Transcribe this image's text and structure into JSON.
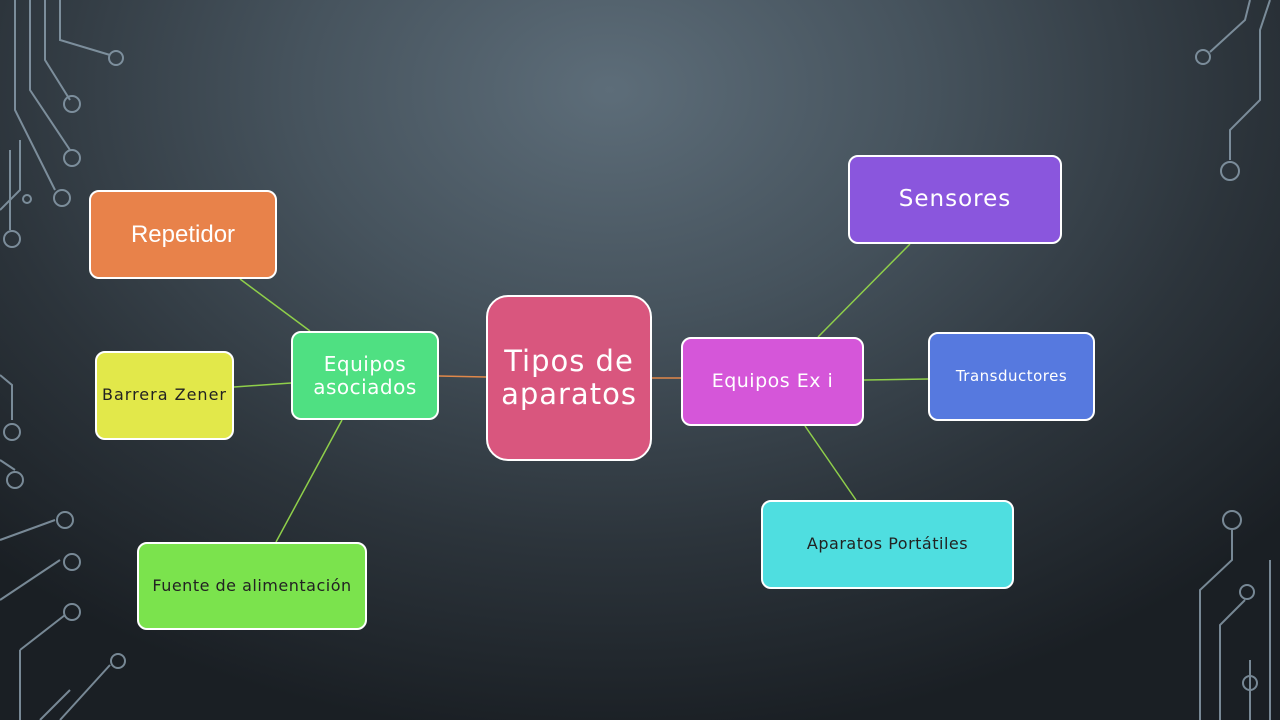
{
  "diagram": {
    "center": {
      "label": "Tipos de aparatos",
      "color": "#d9567e"
    },
    "branches": [
      {
        "label": "Equipos asociados",
        "color": "#4fe082",
        "children": [
          {
            "label": "Repetidor",
            "color": "#e8824a"
          },
          {
            "label": "Barrera Zener",
            "color": "#e2e84a"
          },
          {
            "label": "Fuente de alimentación",
            "color": "#7be34d"
          }
        ]
      },
      {
        "label": "Equipos Ex i",
        "color": "#d556d9",
        "children": [
          {
            "label": "Sensores",
            "color": "#8a56dd"
          },
          {
            "label": "Transductores",
            "color": "#5679df"
          },
          {
            "label": "Aparatos Portátiles",
            "color": "#4fdee0"
          }
        ]
      }
    ],
    "connector_colors": {
      "center_link": "#e0884a",
      "leaf_link": "#8fcf4a"
    }
  }
}
